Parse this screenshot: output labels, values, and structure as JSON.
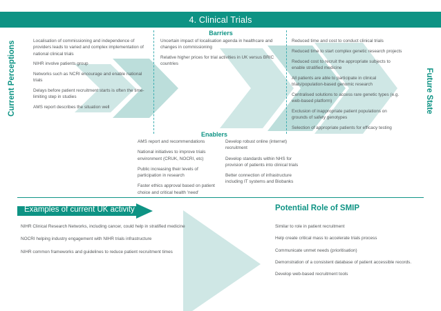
{
  "header": {
    "title": "4.  Clinical Trials",
    "bg_color": "#0e9384"
  },
  "axis_labels": {
    "left": "Current Perceptions",
    "right": "Future State"
  },
  "sections": {
    "barriers_heading": "Barriers",
    "enablers_heading": "Enablers"
  },
  "current_perceptions": [
    "Localisation of commissioning and independence of providers leads to varied and complex implementation of national clinical trials",
    "NIHR involve patients group",
    "Networks such as NCRI encourage and enable national trials",
    "Delays before patient recruitment starts is often the time-limiting step in studies",
    "AMS report describes the situation well"
  ],
  "barriers": [
    "Uncertain impact of localisation agenda in healthcare and changes in commissioning",
    "Relative higher prices for trial activities in UK versus BRIC countries"
  ],
  "future_state": [
    "Reduced time and cost to conduct clinical trials",
    "Reduced time to start complex genetic research projects",
    "Reduced cost to recruit the appropriate subjects to enable stratified medicine",
    "All patients are able to participate in clinical trials/population-based genomic research",
    "Centralised solutions to access rare genetic types (e.g. web-based platform)",
    "Exclusion of inappropriate patient populations on grounds of safety genotypes",
    "Selection of appropriate patients for efficacy testing"
  ],
  "enablers_left": [
    "AMS report and recommendations",
    "National initiatives to improve trials environment (CRUK, NOCRI, etc)",
    "Public increasing their levels of participation in research",
    "Faster ethics approval based on patient choice and critical health 'need'"
  ],
  "enablers_right": [
    "Develop robust online (internet) recruitment",
    "Develop standards within NHS for provision of patients into clinical trials",
    "Better connection of infrastructure including IT systems and Biobanks"
  ],
  "bottom": {
    "uk_banner_label": "Examples of current UK activity",
    "smip_heading": "Potential Role of SMIP",
    "uk_activity": [
      "NIHR Clinical Research Networks, including cancer, could help in stratified medicine",
      "NOCRI helping industry engagement with NIHR trials infrastructure",
      "NIHR common frameworks and guidelines to reduce patient recruitment times"
    ],
    "smip_role": [
      "Similar to role in patient recruitment",
      "Help create critical mass to accelerate trials process",
      "Communicate unmet needs (prioritisation)",
      "Demonstration of a consistent database of patient accessible records.",
      "Develop web-based recruitment tools"
    ]
  },
  "colors": {
    "teal": "#0e9384",
    "chevron_light": "#cfe7e5",
    "chevron_mid": "#bcdedb",
    "dash": "#3aacb0",
    "body_text": "#55585a"
  }
}
